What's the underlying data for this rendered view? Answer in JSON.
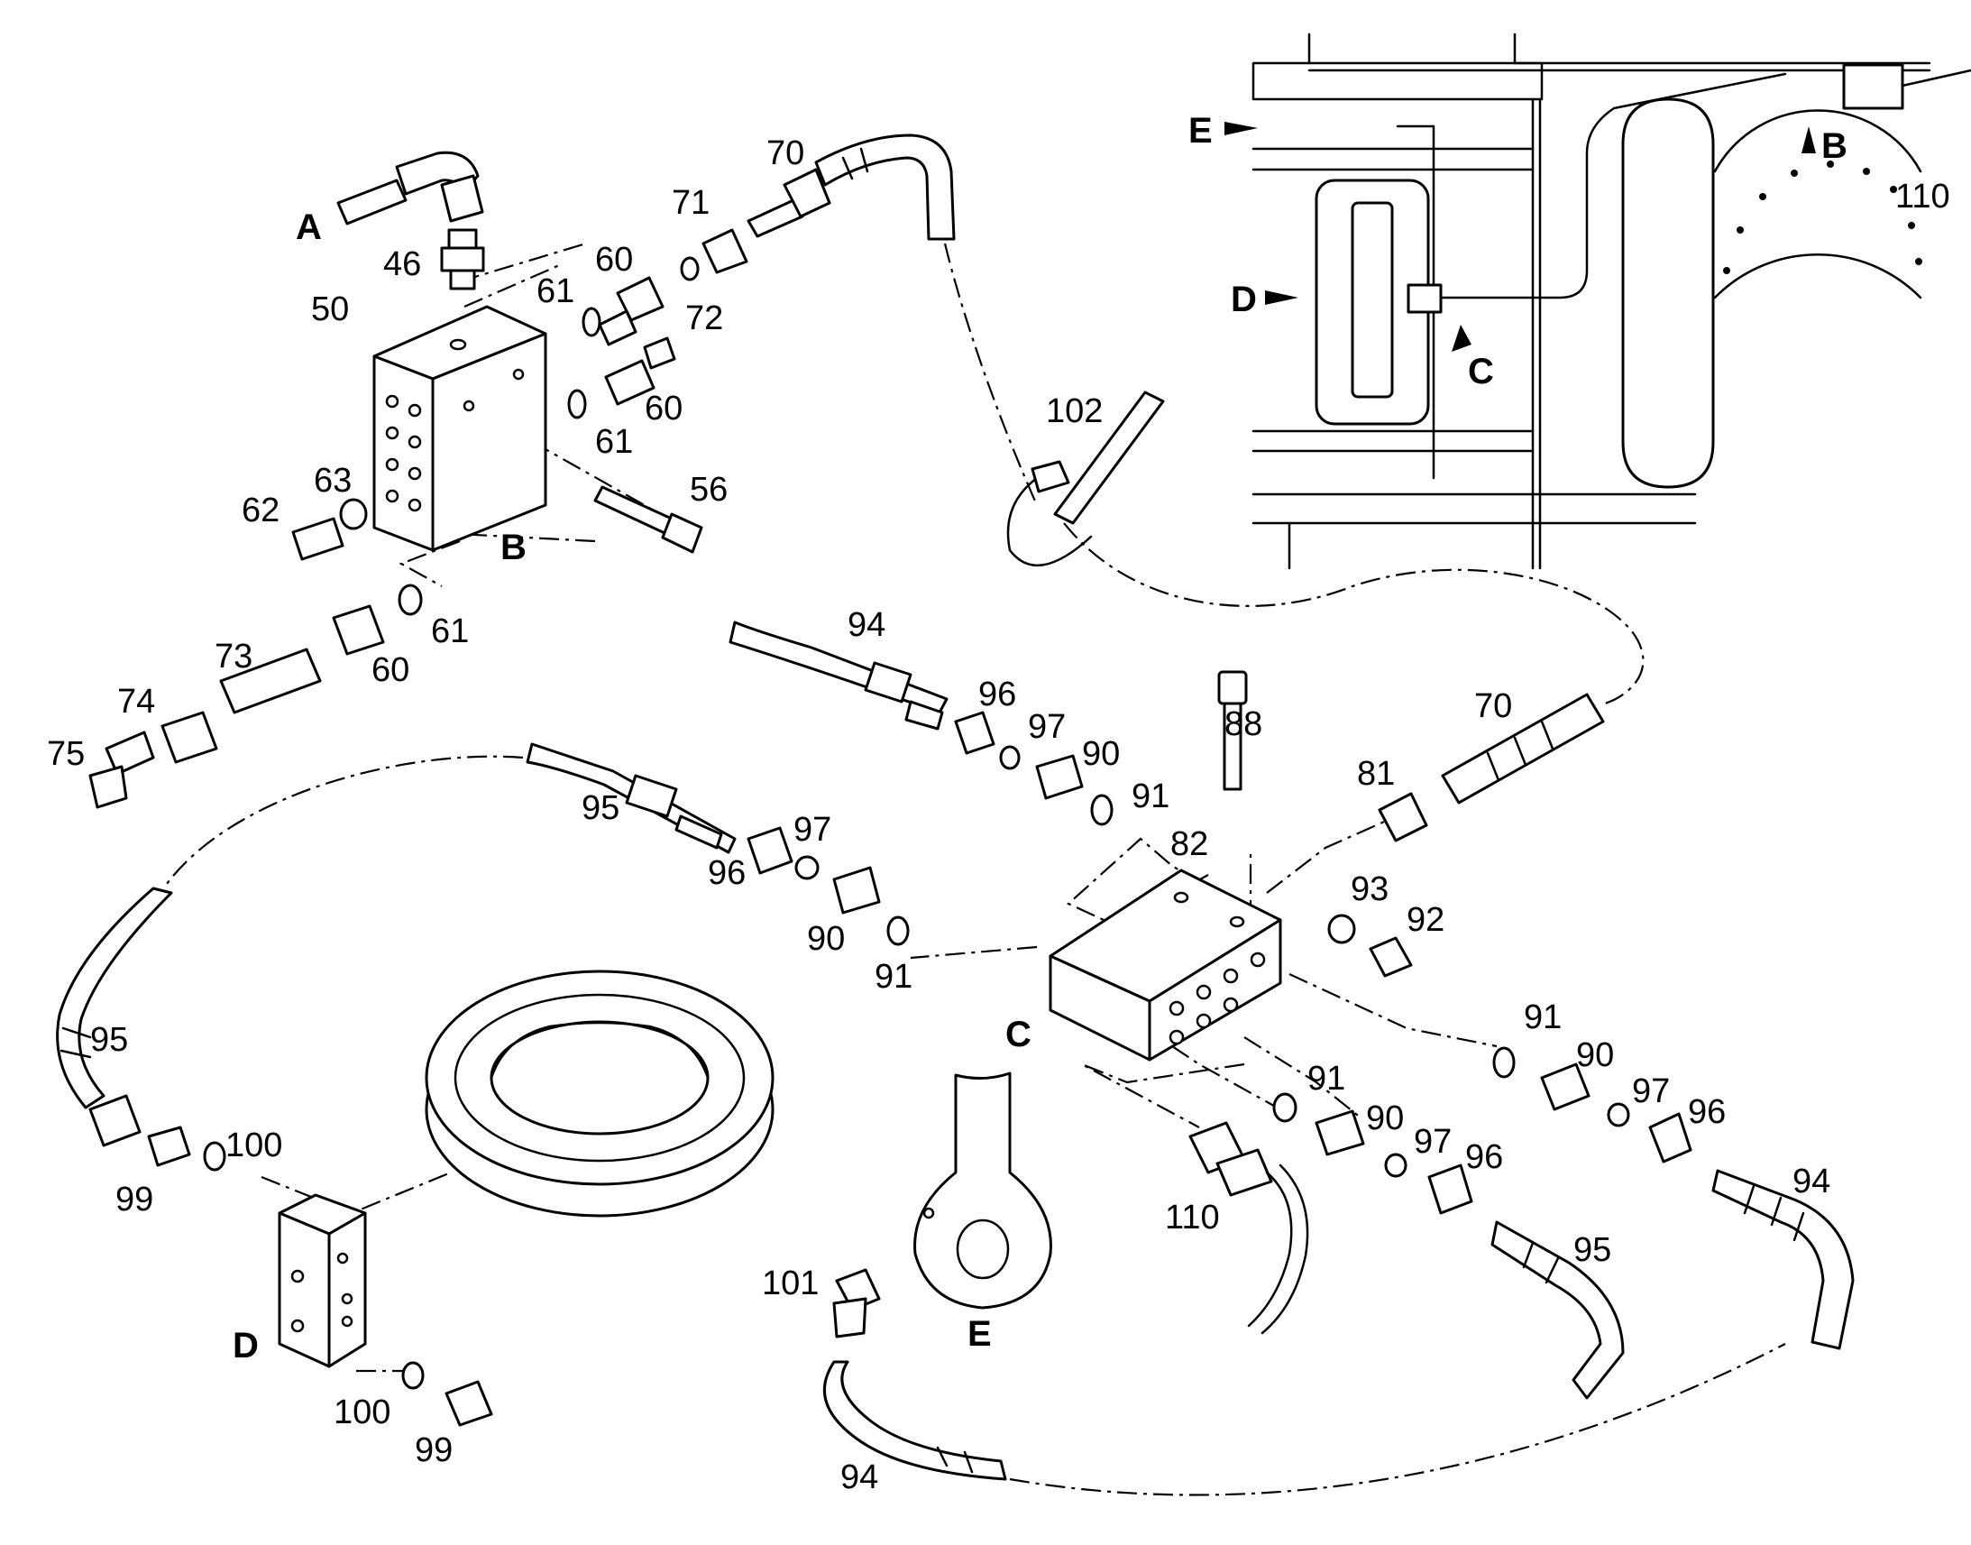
{
  "part_numbers": {
    "p46": "46",
    "p50": "50",
    "p56": "56",
    "p60a": "60",
    "p60b": "60",
    "p60c": "60",
    "p61a": "61",
    "p61b": "61",
    "p61c": "61",
    "p62": "62",
    "p63": "63",
    "p70a": "70",
    "p70b": "70",
    "p71": "71",
    "p72": "72",
    "p73": "73",
    "p74": "74",
    "p75": "75",
    "p81": "81",
    "p82": "82",
    "p88": "88",
    "p90a": "90",
    "p90b": "90",
    "p90c": "90",
    "p90d": "90",
    "p91a": "91",
    "p91b": "91",
    "p91c": "91",
    "p91d": "91",
    "p92": "92",
    "p93": "93",
    "p94a": "94",
    "p94b": "94",
    "p94c": "94",
    "p95a": "95",
    "p95b": "95",
    "p95c": "95",
    "p96a": "96",
    "p96b": "96",
    "p96c": "96",
    "p96d": "96",
    "p97a": "97",
    "p97b": "97",
    "p97c": "97",
    "p97d": "97",
    "p99a": "99",
    "p99b": "99",
    "p100a": "100",
    "p100b": "100",
    "p101": "101",
    "p102": "102",
    "p110a": "110",
    "p110b": "110"
  },
  "letters": {
    "A": "A",
    "B_block": "B",
    "C_block": "C",
    "D_block": "D",
    "E_part": "E",
    "inset_B": "B",
    "inset_C": "C",
    "inset_D": "D",
    "inset_E": "E"
  }
}
